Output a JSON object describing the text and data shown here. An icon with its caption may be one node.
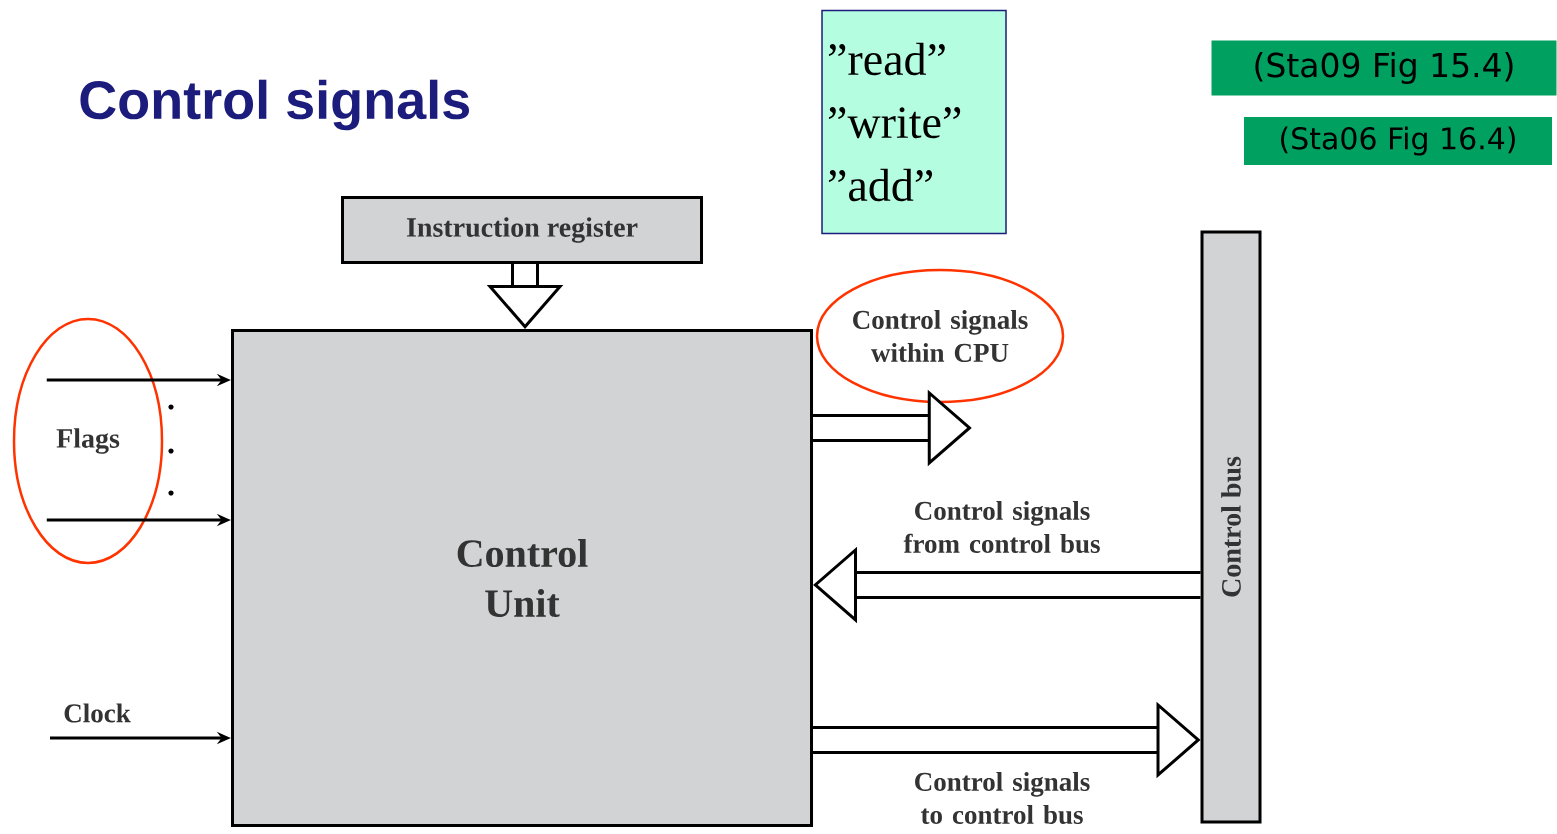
{
  "diagram": {
    "title": "Control signals",
    "nodes": [
      {
        "text": [
          "Instruction register"
        ]
      },
      {
        "text": [
          "Control Unit"
        ]
      },
      {
        "text": [
          "Control bus"
        ]
      },
      {
        "text": [
          "Flags"
        ]
      },
      {
        "text": [
          "Control signals within CPU"
        ]
      },
      {
        "text": [
          "”read”",
          "”write”",
          "”add”"
        ]
      },
      {
        "text": [
          "(Sta09 Fig 15.4)"
        ]
      },
      {
        "text": [
          "(Sta06 Fig 16.4)"
        ]
      }
    ],
    "edges": [
      {
        "from": 0,
        "to": 1,
        "arrow": "to"
      },
      {
        "from": 3,
        "to": 1,
        "arrow": "to"
      },
      {
        "from": 3,
        "to": 1,
        "arrow": "to"
      },
      {
        "from": null,
        "to": 1,
        "arrow": "to",
        "label": "Clock"
      },
      {
        "from": 1,
        "to": 4,
        "arrow": "to"
      },
      {
        "from": 2,
        "to": 1,
        "arrow": "to",
        "label": "Control signals from control bus"
      },
      {
        "from": 1,
        "to": 2,
        "arrow": "to",
        "label": "Control signals to control bus"
      }
    ]
  }
}
